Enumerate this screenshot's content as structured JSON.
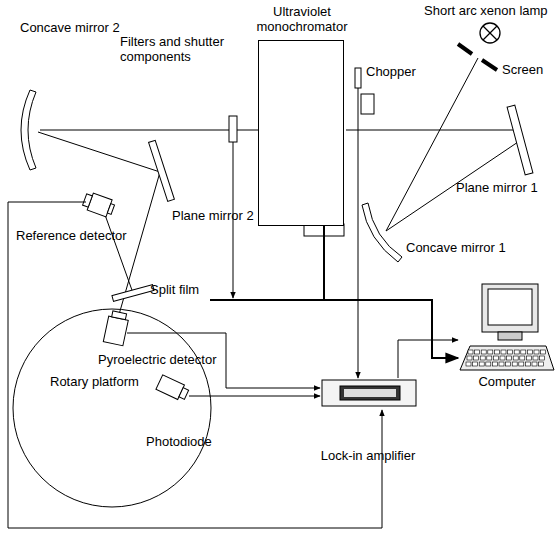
{
  "diagram": {
    "nodes": [
      {
        "text": [
          "Ultraviolet monochromator"
        ]
      },
      {
        "text": [
          "Rotary platform"
        ]
      },
      {
        "text": [
          "Lock-in amplifier"
        ]
      },
      {
        "text": [
          "Computer"
        ]
      }
    ],
    "edges": [
      {
        "from": 0,
        "to": 3,
        "arrow": "to"
      },
      {
        "from": 2,
        "to": 3,
        "arrow": "to"
      }
    ],
    "labels": [
      "Concave mirror 2",
      "Filters and shutter components",
      "Chopper",
      "Short arc xenon lamp",
      "Screen",
      "Plane mirror 1",
      "Plane mirror 2",
      "Concave mirror 1",
      "Reference detector",
      "Split film",
      "Pyroelectric detector",
      "Photodiode"
    ]
  }
}
